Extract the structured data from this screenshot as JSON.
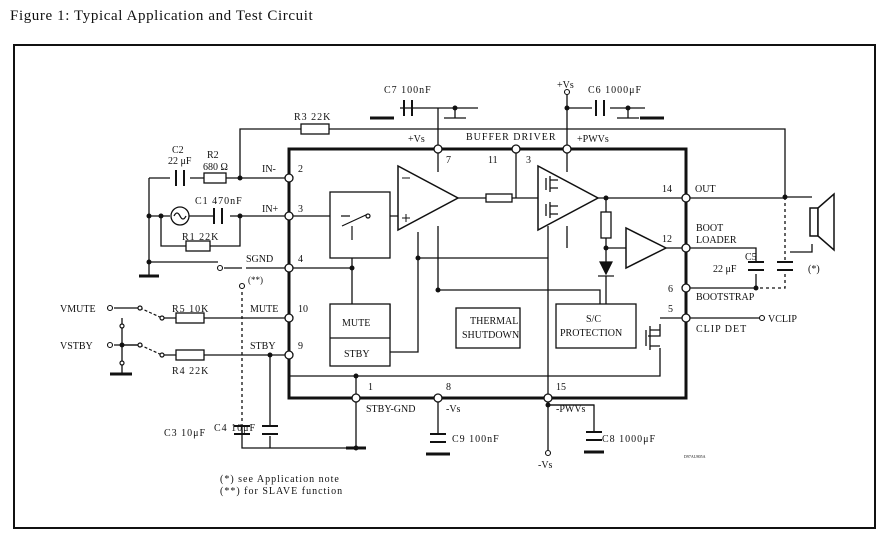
{
  "figure": {
    "title": "Figure 1: Typical Application and Test Circuit"
  },
  "labels": {
    "c7": "C7 100nF",
    "vs_top": "+Vs",
    "c6": "C6 1000μF",
    "r3": "R3 22K",
    "plus_vs": "+Vs",
    "buffer_driver": "BUFFER DRIVER",
    "plus_pwvs": "+PWVs",
    "c2": "C2",
    "c2_val": "22 μF",
    "r2": "R2",
    "r2_val": "680 Ω",
    "in_minus": "IN-",
    "pin2": "2",
    "pin7": "7",
    "pin11": "11",
    "pin3b": "3",
    "pin14": "14",
    "out": "OUT",
    "c1": "C1 470nF",
    "in_plus": "IN+",
    "pin3": "3",
    "boot": "BOOT",
    "loader": "LOADER",
    "pin12": "12",
    "r1": "R1 22K",
    "c5": "C5",
    "c5_val": "22 μF",
    "asterisk": "(*)",
    "sgnd": "SGND",
    "dblast": "(**)",
    "pin4": "4",
    "pin6": "6",
    "bootstrap": "BOOTSTRAP",
    "vmute": "VMUTE",
    "r5": "R5 10K",
    "mute_pin": "MUTE",
    "pin10": "10",
    "mute_box": "MUTE",
    "thermal1": "THERMAL",
    "thermal2": "SHUTDOWN",
    "sc1": "S/C",
    "sc2": "PROTECTION",
    "pin5": "5",
    "vclip": "VCLIP",
    "clip_det": "CLIP DET",
    "vstby": "VSTBY",
    "stby_pin": "STBY",
    "pin9": "9",
    "stby_box": "STBY",
    "r4": "R4 22K",
    "pin1": "1",
    "pin8": "8",
    "pin15": "15",
    "stby_gnd": "STBY-GND",
    "minus_vs": "-Vs",
    "minus_pwvs": "-PWVs",
    "c3": "C3 10μF",
    "c4": "C4 10μF",
    "c9": "C9 100nF",
    "c8": "C8 1000μF",
    "vs_bottom": "-Vs",
    "code": "D97AU805A",
    "note1": "(*) see Application note",
    "note2": "(**) for SLAVE function"
  }
}
